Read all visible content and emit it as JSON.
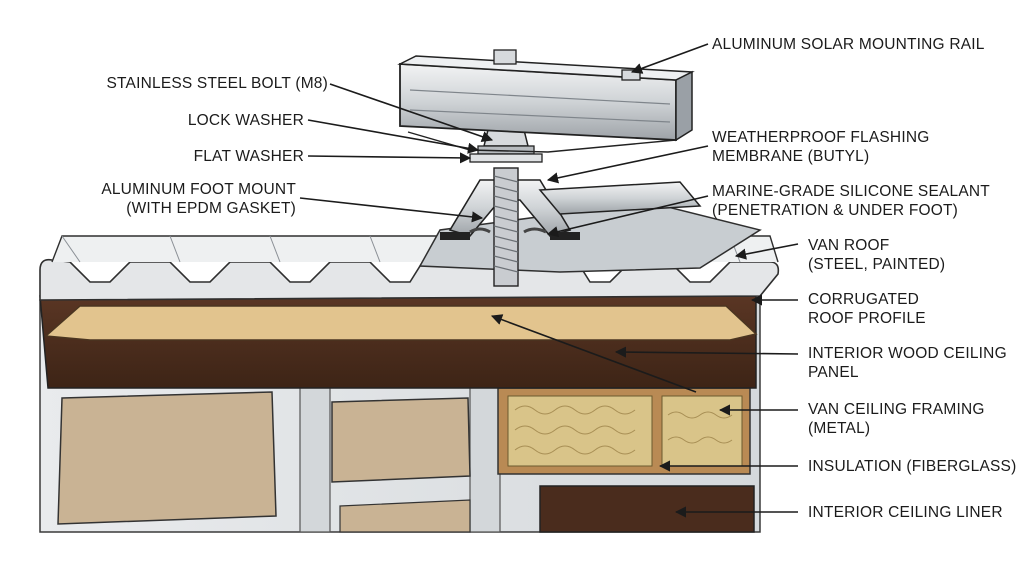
{
  "labels_left": {
    "bolt": "STAINLESS STEEL BOLT (M8)",
    "lock_washer": "LOCK WASHER",
    "flat_washer": "FLAT WASHER",
    "foot_line1": "ALUMINUM FOOT MOUNT",
    "foot_line2": "(WITH EPDM GASKET)"
  },
  "labels_right": {
    "rail": "ALUMINUM SOLAR MOUNTING RAIL",
    "flashing_line1": "WEATHERPROOF FLASHING",
    "flashing_line2": "MEMBRANE (BUTYL)",
    "sealant_line1": "MARINE-GRADE SILICONE SEALANT",
    "sealant_line2": "(PENETRATION & UNDER FOOT)",
    "van_roof_line1": "VAN ROOF",
    "van_roof_line2": "(STEEL, PAINTED)",
    "corrugated_line1": "CORRUGATED",
    "corrugated_line2": "ROOF PROFILE",
    "wood_panel_line1": "INTERIOR WOOD CEILING",
    "wood_panel_line2": "PANEL",
    "framing_line1": "VAN CEILING FRAMING",
    "framing_line2": "(METAL)",
    "insulation": "INSULATION (FIBERGLASS)",
    "liner": "INTERIOR CEILING LINER"
  },
  "colors": {
    "aluminum": "#d6d9dc",
    "steel_roof": "#e4e6e8",
    "wood_dark": "#4a2c1d",
    "plywood": "#e2c48e",
    "insulation": "#d9c489",
    "panel_board": "#c9b394",
    "ink": "#1b1b1b"
  }
}
